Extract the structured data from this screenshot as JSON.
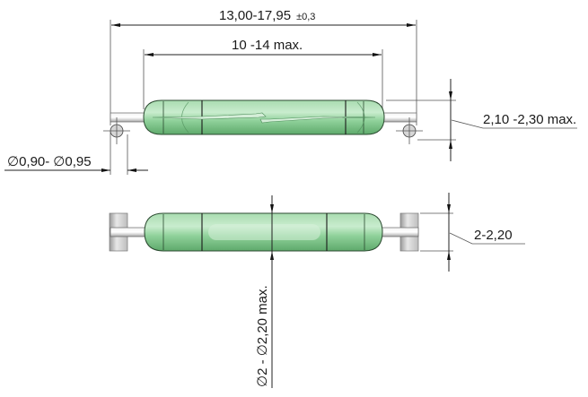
{
  "title": "Reed switch dimensional drawing",
  "colors": {
    "glass": "#8fd19a",
    "glass_dark": "#6fb57c",
    "glass_light": "#c6ebcb",
    "lead": "#d9d9d9",
    "line": "#222222",
    "background": "#ffffff"
  },
  "top_view": {
    "overall_length": {
      "value": "13,00-17,95",
      "tolerance": "±0,3"
    },
    "glass_length": {
      "value": "10 -14 max."
    },
    "glass_height": {
      "value": "2,10 -2,30 max."
    },
    "lead_diameter": {
      "prefix_symbol": "∅",
      "min": "0,90-",
      "symbol2": "∅",
      "max": "0,95"
    }
  },
  "bottom_view": {
    "glass_diameter": {
      "label": "∅2 - ∅2,20 max."
    },
    "terminal_height": {
      "value": "2-2,20"
    }
  }
}
